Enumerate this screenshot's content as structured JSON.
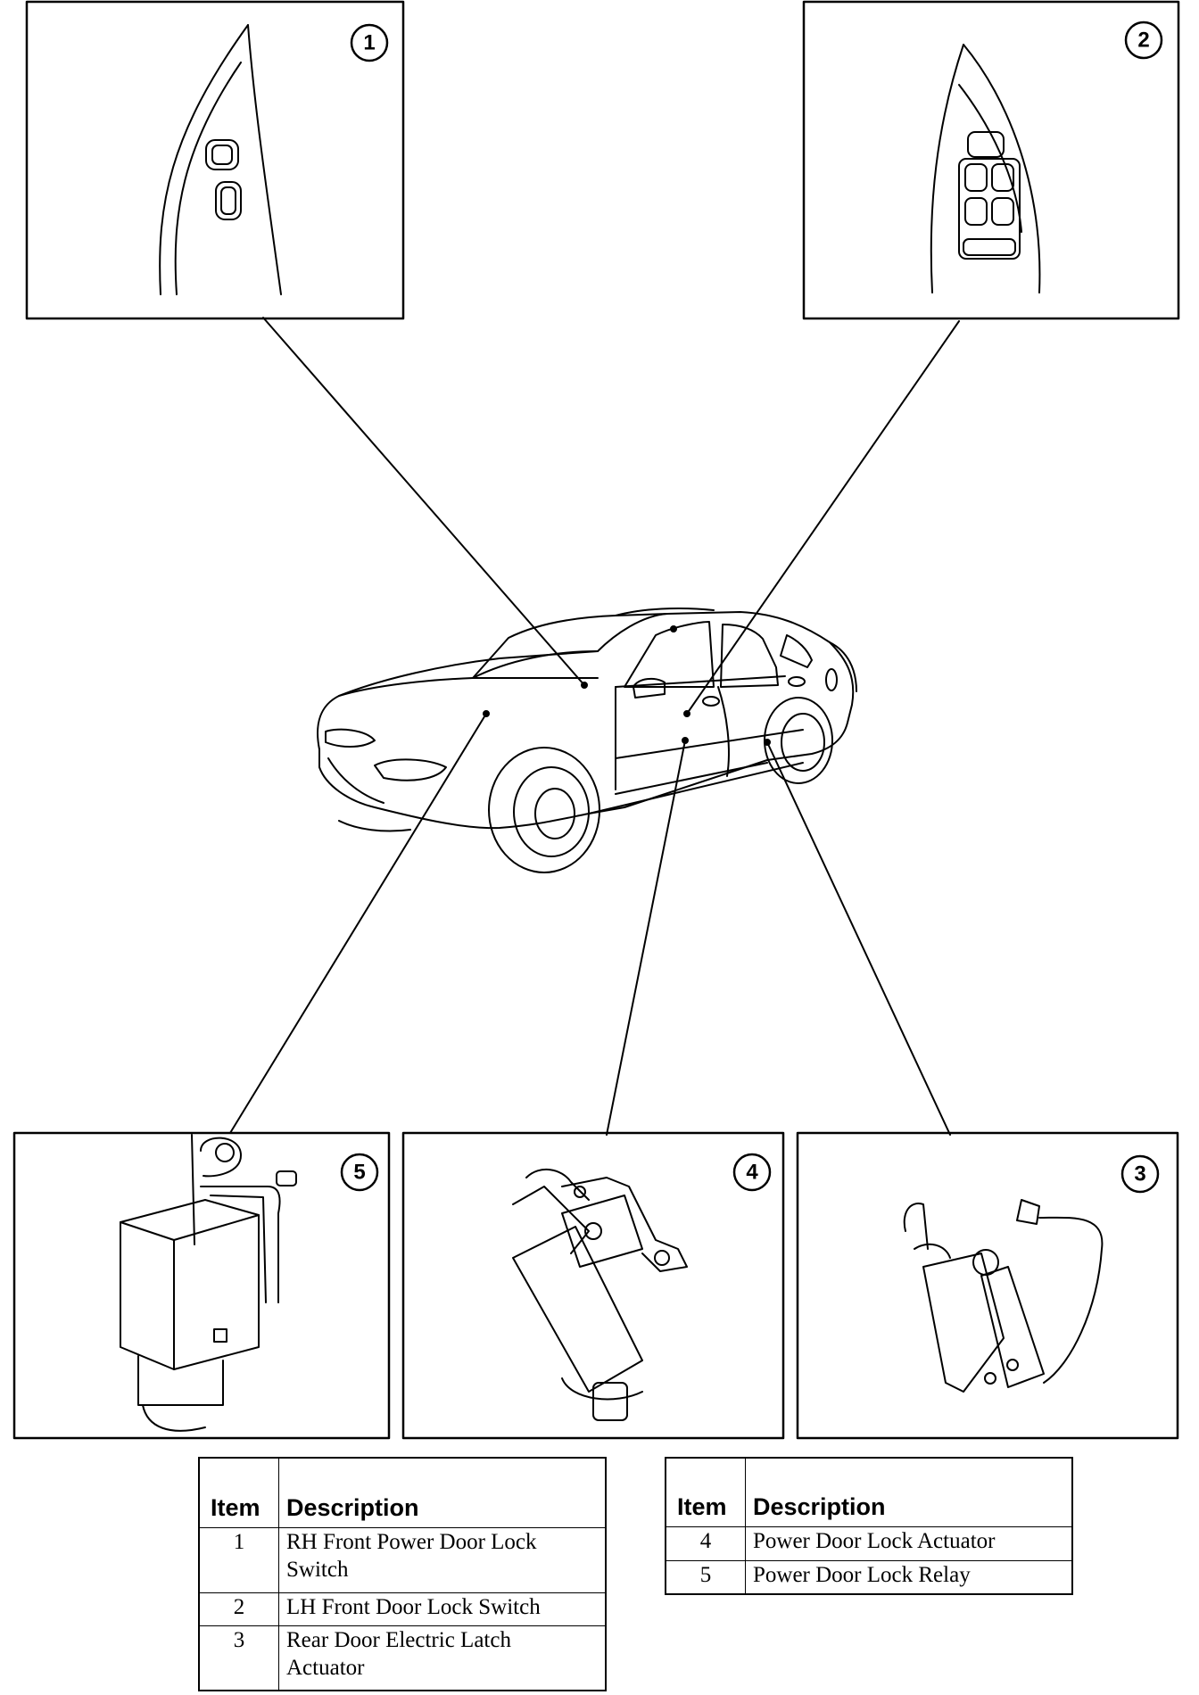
{
  "callouts": [
    "1",
    "2",
    "5",
    "4",
    "3"
  ],
  "legend_left": {
    "headers": {
      "item": "Item",
      "description": "Description"
    },
    "rows": [
      {
        "item": "1",
        "line1": "RH Front Power Door Lock",
        "line2": "Switch"
      },
      {
        "item": "2",
        "line1": "LH Front Door Lock Switch",
        "line2": ""
      },
      {
        "item": "3",
        "line1": "Rear Door Electric Latch",
        "line2": "Actuator"
      }
    ]
  },
  "legend_right": {
    "headers": {
      "item": "Item",
      "description": "Description"
    },
    "rows": [
      {
        "item": "4",
        "description": "Power Door Lock Actuator"
      },
      {
        "item": "5",
        "description": "Power Door Lock Relay"
      }
    ]
  }
}
